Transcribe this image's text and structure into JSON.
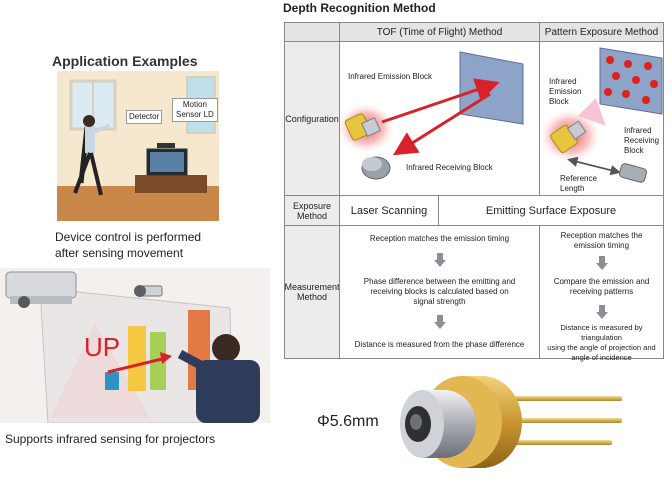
{
  "title": "Depth Recognition Method",
  "application": {
    "title": "Application Examples",
    "caption1_line1": "Device control is performed",
    "caption1_line2": "after sensing movement",
    "label_detector": "Detector",
    "label_motion_line1": "Motion",
    "label_motion_line2": "Sensor LD",
    "projector_text": "UP",
    "caption2": "Supports infrared sensing for projectors"
  },
  "table": {
    "col_tof": "TOF (Time of Flight) Method",
    "col_pattern": "Pattern Exposure Method",
    "row_config": "Configuration",
    "row_exposure_line1": "Exposure",
    "row_exposure_line2": "Method",
    "row_measure_line1": "Measurement",
    "row_measure_line2": "Method",
    "tof_emission_block": "Infrared Emission Block",
    "tof_receiving_block": "Infrared Receiving Block",
    "pat_emission_line1": "Infrared",
    "pat_emission_line2": "Emission",
    "pat_emission_line3": "Block",
    "pat_receiving_line1": "Infrared",
    "pat_receiving_line2": "Receiving",
    "pat_receiving_line3": "Block",
    "pat_reference_line1": "Reference",
    "pat_reference_line2": "Length",
    "exp_laser": "Laser Scanning",
    "exp_surface": "Emitting Surface Exposure",
    "tof_step1": "Reception matches the emission timing",
    "tof_step2_line1": "Phase difference between the emitting and",
    "tof_step2_line2": "receiving blocks is calculated based on",
    "tof_step2_line3": "signal strength",
    "tof_step3": "Distance is measured from the phase difference",
    "pat_step1_line1": "Reception matches the",
    "pat_step1_line2": "emission timing",
    "pat_step2_line1": "Compare the emission and",
    "pat_step2_line2": "receiving patterns",
    "pat_step3_line1": "Distance is measured by triangulation",
    "pat_step3_line2": "using the angle of projection and",
    "pat_step3_line3": "angle of incidence"
  },
  "product": {
    "diameter": "Φ5.6mm"
  },
  "colors": {
    "laser_red": "#d8222a",
    "dot_red": "#e0201e",
    "panel_blue": "#8da3c8",
    "gold": "#d2a53c",
    "arrow_gray": "#8a8f96"
  }
}
